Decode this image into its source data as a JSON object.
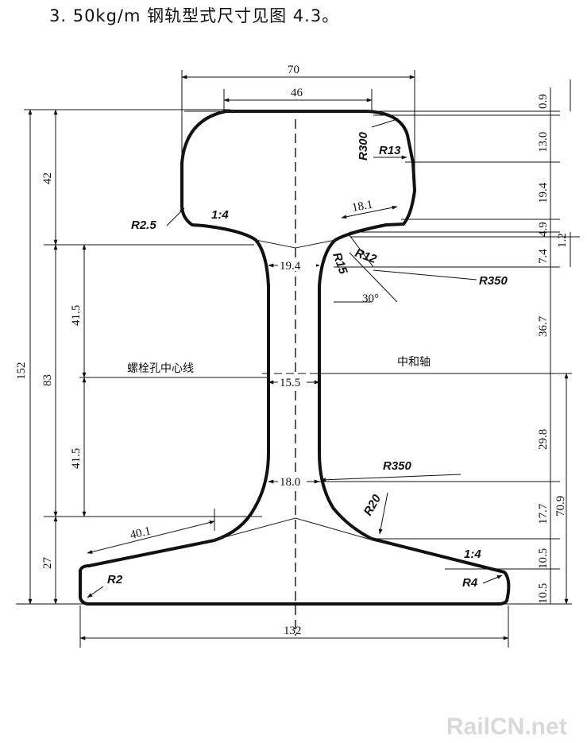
{
  "caption": "3. 50kg/m 钢轨型式尺寸见图 4.3。",
  "watermark": "RailCN.net",
  "dims": {
    "top_width": "70",
    "crown_width": "46",
    "height_total": "152",
    "head_height": "42",
    "web_height": "83",
    "web_upper": "41.5",
    "web_lower": "41.5",
    "foot_height": "27",
    "base_width": "132",
    "foot_slope_length": "40.1",
    "head_chord": "18.1",
    "web_thick_top": "19.4",
    "web_thick_mid": "15.5",
    "web_thick_bottom": "18.0",
    "r_d1": "0.9",
    "r_d2": "13.0",
    "r_d3": "19.4",
    "r_d4": "4.9",
    "r_d5": "1.2",
    "r_d6": "7.4",
    "r_d7": "36.7",
    "r_d8": "29.8",
    "r_d9": "17.7",
    "r_d10": "70.9",
    "r_d11": "10.5",
    "r_d12": "10.5"
  },
  "radii": {
    "r300": "R300",
    "r13": "R13",
    "r25": "R2.5",
    "r12": "R12",
    "r15": "R15",
    "r350_top": "R350",
    "r350_web": "R350",
    "r20": "R20",
    "r2": "R2",
    "r4": "R4"
  },
  "slopes": {
    "head_left": "1:4",
    "foot_right": "1:4"
  },
  "angle": "30°",
  "labels": {
    "bolt_line": "螺栓孔中心线",
    "neutral_axis": "中和轴"
  }
}
